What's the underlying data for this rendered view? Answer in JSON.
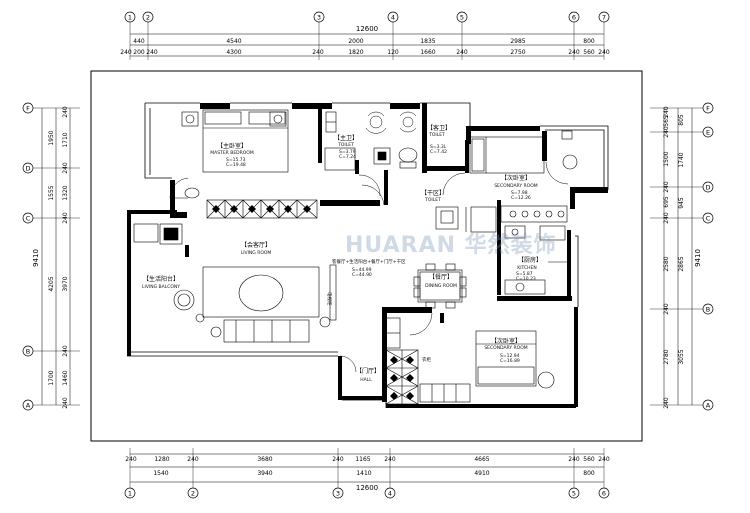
{
  "axes_top": [
    "1",
    "2",
    "3",
    "4",
    "5",
    "6",
    "7"
  ],
  "axes_bottom": [
    "1",
    "2",
    "3",
    "4",
    "5",
    "6"
  ],
  "axes_side": [
    "F",
    "E",
    "D",
    "C",
    "B",
    "A"
  ],
  "dims": {
    "total_top": "12600",
    "total_bottom": "12600",
    "top_row1": [
      "440",
      "4540",
      "2000",
      "1835",
      "2985",
      "800"
    ],
    "top_row2": [
      "240",
      "200",
      "240",
      "4300",
      "240",
      "1820",
      "120",
      "1660",
      "240",
      "2750",
      "240",
      "560",
      "240"
    ],
    "bottom_row1": [
      "240",
      "1280",
      "240",
      "3680",
      "240",
      "1165",
      "240",
      "4665",
      "240",
      "560",
      "240"
    ],
    "bottom_row2": [
      "1540",
      "3940",
      "1410",
      "4910",
      "800"
    ],
    "left_total": "9410",
    "left_row1": [
      "1950",
      "1555",
      "4205",
      "1700"
    ],
    "left_row2": [
      "240",
      "1710",
      "240",
      "1320",
      "240",
      "3970",
      "240",
      "1460",
      "240"
    ],
    "right_total": "9410",
    "right_row1": [
      "805",
      "1740",
      "945",
      "2865",
      "3055"
    ],
    "right_row2": [
      "240",
      "565",
      "240",
      "1500",
      "240",
      "695",
      "240",
      "2580",
      "240",
      "2780",
      "240"
    ]
  },
  "rooms": {
    "master_bedroom": {
      "cn": "【主卧室】",
      "en": "MASTER BEDROOM",
      "s": "S=15.73",
      "c": "C=19.48"
    },
    "toilet1": {
      "cn": "【主卫】",
      "en": "TOILET",
      "s": "S=3.79",
      "c": "C=7.24"
    },
    "toilet2": {
      "cn": "【客卫】",
      "en": "TOILET",
      "s": "S=3.3L",
      "c": "C=7.42"
    },
    "secondary1": {
      "cn": "【次卧室】",
      "en": "SECONDARY ROOM",
      "s": "S=7.98",
      "c": "C=12.26"
    },
    "dry_area": {
      "cn": "【干区】",
      "en": "TOILET"
    },
    "kitchen": {
      "cn": "【厨房】",
      "en": "KITCHEN",
      "s": "S=5.87",
      "c": "C=10.23"
    },
    "living": {
      "cn": "【会客厅】",
      "en": "LIVING ROOM"
    },
    "living_note": {
      "text": "客餐厅+生活阳台+餐厅+门厅+干区",
      "s": "S=44.99",
      "c": "C=44.90"
    },
    "balcony": {
      "cn": "【生活阳台】",
      "en": "LIVING BALCONY"
    },
    "dining": {
      "cn": "【餐厅】",
      "en": "DINING ROOM"
    },
    "secondary2": {
      "cn": "【次卧室】",
      "en": "SECONDARY ROOM",
      "s": "S=12.94",
      "c": "C=16.89"
    },
    "hall": {
      "cn": "【门厅】",
      "en": "HALL"
    },
    "wardrobe_label": "衣柜",
    "tv_label": "电视柜"
  },
  "watermark": "HUARAN 华然装饰"
}
